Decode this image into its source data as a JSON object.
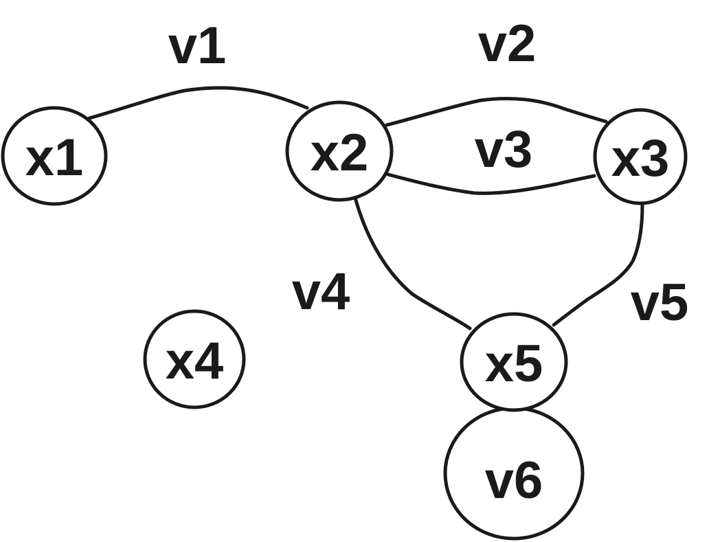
{
  "diagram": {
    "nodes": {
      "x1": {
        "label": "x1"
      },
      "x2": {
        "label": "x2"
      },
      "x3": {
        "label": "x3"
      },
      "x4": {
        "label": "x4"
      },
      "x5": {
        "label": "x5"
      },
      "v6": {
        "label": "v6"
      }
    },
    "edges": {
      "v1": {
        "label": "v1",
        "from": "x1",
        "to": "x2"
      },
      "v2": {
        "label": "v2",
        "from": "x2",
        "to": "x3"
      },
      "v3": {
        "label": "v3",
        "from": "x2",
        "to": "x3"
      },
      "v4": {
        "label": "v4",
        "from": "x2",
        "to": "x5"
      },
      "v5": {
        "label": "v5",
        "from": "x3",
        "to": "x5"
      }
    },
    "stroke_color": "#1a1a1a",
    "fill_color": "#ffffff"
  }
}
